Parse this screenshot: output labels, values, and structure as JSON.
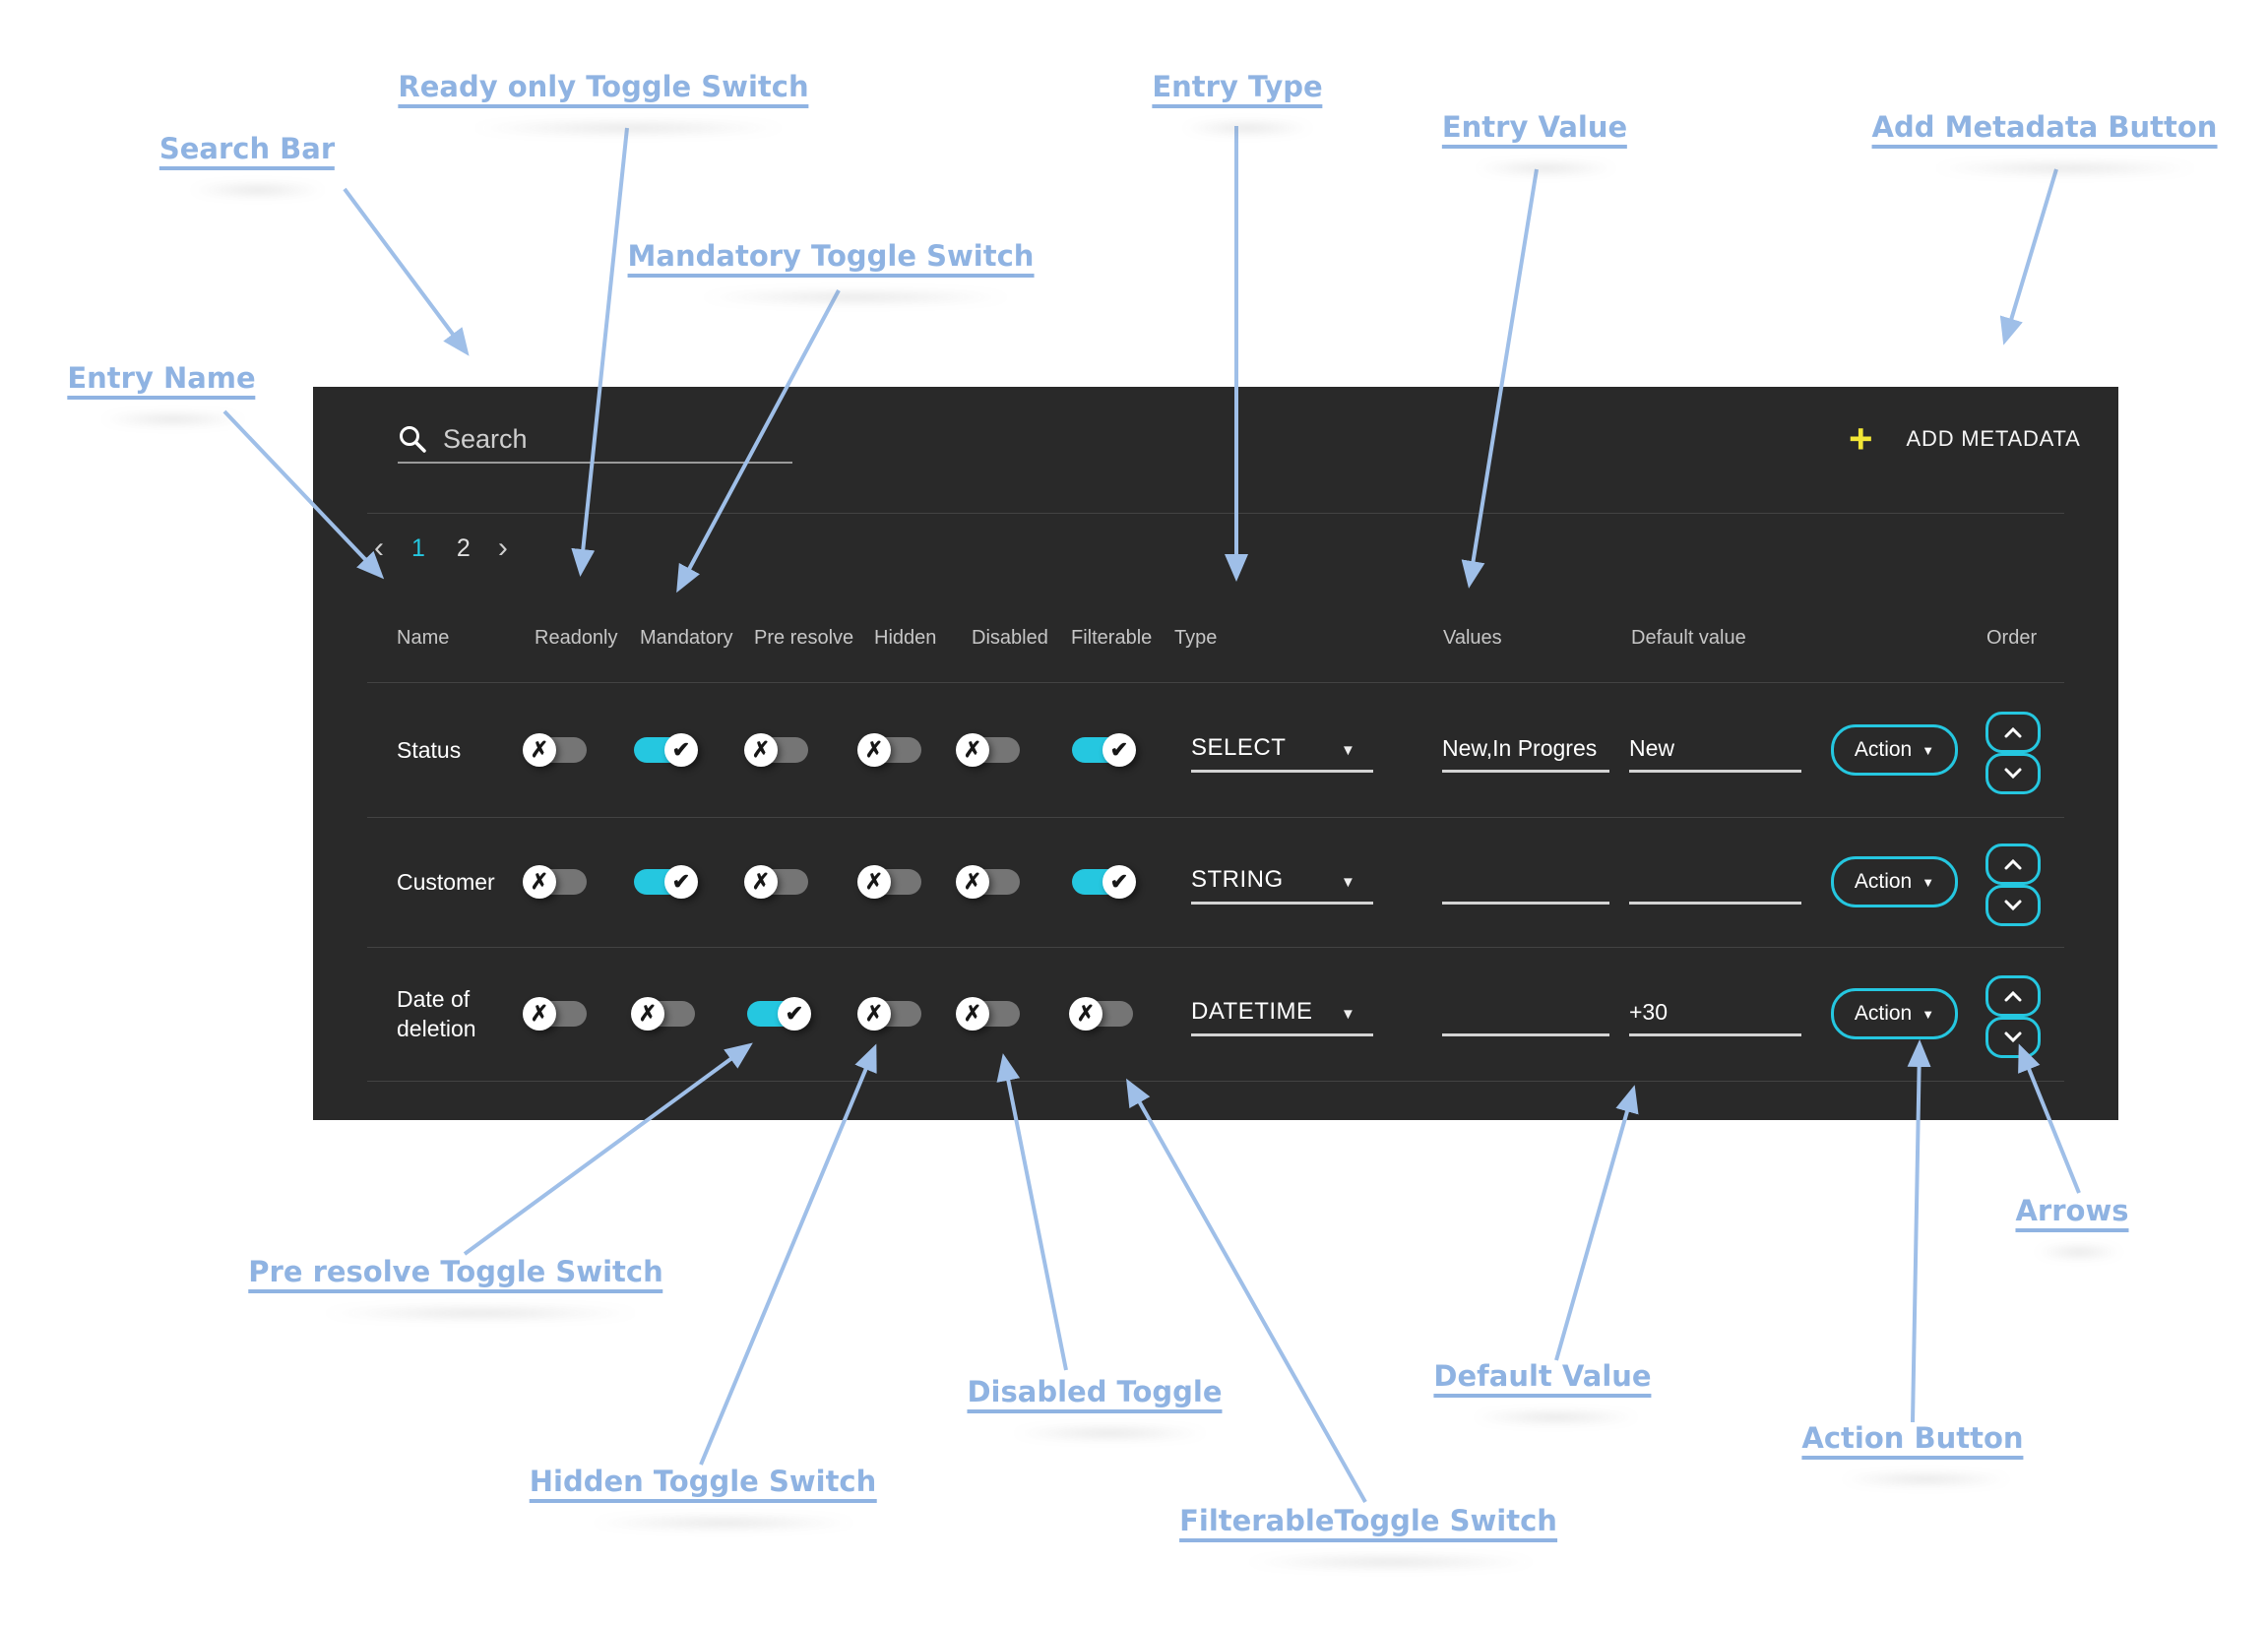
{
  "annotations": {
    "labels": [
      {
        "id": "search-bar",
        "text": "Search Bar"
      },
      {
        "id": "readonly",
        "text": "Ready only Toggle Switch"
      },
      {
        "id": "mandatory",
        "text": "Mandatory Toggle Switch"
      },
      {
        "id": "entry-type",
        "text": "Entry Type"
      },
      {
        "id": "entry-value",
        "text": "Entry Value"
      },
      {
        "id": "add-metadata",
        "text": "Add Metadata  Button"
      },
      {
        "id": "entry-name",
        "text": "Entry Name"
      },
      {
        "id": "pre-resolve",
        "text": "Pre resolve Toggle Switch"
      },
      {
        "id": "hidden",
        "text": "Hidden Toggle Switch"
      },
      {
        "id": "disabled",
        "text": "Disabled Toggle"
      },
      {
        "id": "filterable",
        "text": "FilterableToggle Switch"
      },
      {
        "id": "default-value",
        "text": "Default Value"
      },
      {
        "id": "action-button",
        "text": "Action Button"
      },
      {
        "id": "arrows",
        "text": "Arrows"
      }
    ]
  },
  "panel": {
    "search": {
      "placeholder": "Search",
      "icon": "search-icon"
    },
    "add_metadata": {
      "plus": "+",
      "label": "ADD METADATA"
    },
    "pagination": {
      "prev": "‹",
      "pages": [
        "1",
        "2"
      ],
      "next": "›",
      "active_page": "1"
    },
    "table": {
      "action_label": "Action",
      "columns": [
        "Name",
        "Readonly",
        "Mandatory",
        "Pre resolve",
        "Hidden",
        "Disabled",
        "Filterable",
        "Type",
        "Values",
        "Default value",
        "Order"
      ],
      "rows": [
        {
          "name": "Status",
          "toggles": {
            "readonly": false,
            "mandatory": true,
            "pre_resolve": false,
            "hidden": false,
            "disabled": false,
            "filterable": true
          },
          "type": "SELECT",
          "values": "New,In Progres",
          "default_value": "New"
        },
        {
          "name": "Customer",
          "toggles": {
            "readonly": false,
            "mandatory": true,
            "pre_resolve": false,
            "hidden": false,
            "disabled": false,
            "filterable": true
          },
          "type": "STRING",
          "values": "",
          "default_value": ""
        },
        {
          "name": "Date of deletion",
          "name_line1": "Date of",
          "name_line2": "deletion",
          "toggles": {
            "readonly": false,
            "mandatory": false,
            "pre_resolve": true,
            "hidden": false,
            "disabled": false,
            "filterable": false
          },
          "type": "DATETIME",
          "values": "",
          "default_value": "+30"
        }
      ]
    }
  },
  "icons": {
    "search_icon": "magnifier",
    "plus_icon": "+",
    "dropdown_arrow": "▼",
    "toggle_on_glyph": "✔",
    "toggle_off_glyph": "✗",
    "order_up_icon": "chevron-up",
    "order_down_icon": "chevron-down"
  },
  "colors": {
    "panel_bg": "#292929",
    "accent_cyan": "#25c7e0",
    "plus_yellow": "#f2e636",
    "annotation_blue": "#8fb3e2",
    "toggle_off_track": "#757575"
  }
}
